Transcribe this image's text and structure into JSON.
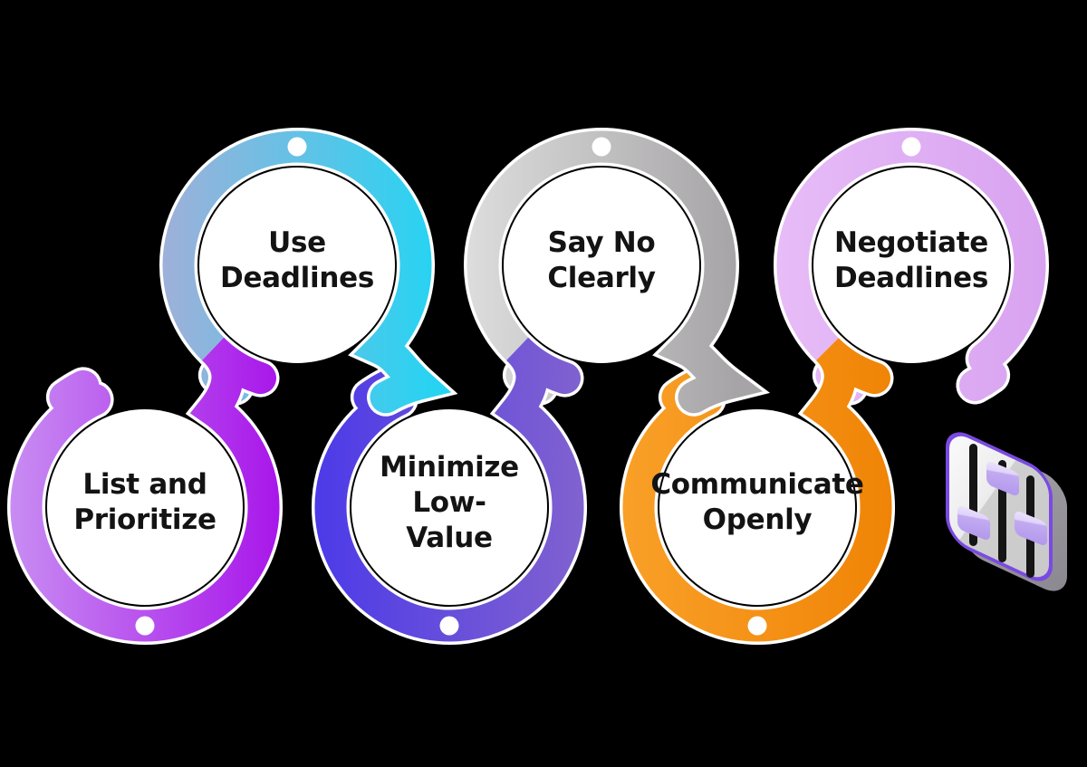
{
  "diagram": {
    "background_color": "#000000",
    "text_color": "#131313",
    "steps": [
      {
        "label": "List and Prioritize",
        "lines": [
          "List and",
          "Prioritize"
        ],
        "position": "bottom-row",
        "ring_color_start": "#c88df2",
        "ring_color_end": "#a816ea"
      },
      {
        "label": "Use Deadlines",
        "lines": [
          "Use",
          "Deadlines"
        ],
        "position": "top-row",
        "ring_color_start": "#9fb0d9",
        "ring_color_end": "#28d3f2"
      },
      {
        "label": "Minimize Low-Value",
        "lines": [
          "Minimize",
          "Low-",
          "Value"
        ],
        "position": "bottom-row",
        "ring_color_start": "#4c3ae8",
        "ring_color_end": "#8162cf"
      },
      {
        "label": "Say No Clearly",
        "lines": [
          "Say No",
          "Clearly"
        ],
        "position": "top-row",
        "ring_color_start": "#dddddd",
        "ring_color_end": "#a6a4a6"
      },
      {
        "label": "Communicate Openly",
        "lines": [
          "Communicate",
          "Openly"
        ],
        "position": "bottom-row",
        "ring_color_start": "#f9a028",
        "ring_color_end": "#f08406"
      },
      {
        "label": "Negotiate Deadlines",
        "lines": [
          "Negotiate",
          "Deadlines"
        ],
        "position": "top-row",
        "ring_color_start": "#e7bcf7",
        "ring_color_end": "#d8a2f0"
      }
    ],
    "sliders_icon": {
      "name": "sliders-icon",
      "border_color": "#7a4ae2",
      "face_color": "#ededed",
      "depth_color": "#97949b",
      "track_color": "#151515",
      "knob_color": "#c2abf1"
    }
  }
}
